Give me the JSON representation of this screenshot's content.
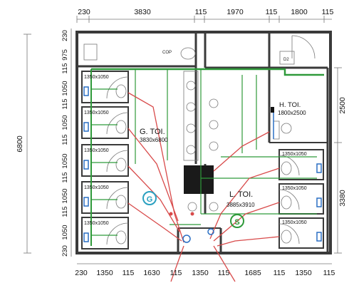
{
  "dimensions": {
    "top": [
      "230",
      "3830",
      "115",
      "1970",
      "115",
      "1800",
      "115"
    ],
    "bottom": [
      "230",
      "1350",
      "115",
      "1630",
      "115",
      "1350",
      "115",
      "1685",
      "115",
      "1350",
      "115"
    ],
    "left_outer": "6800",
    "left_inner": [
      "230",
      "975",
      "115",
      "1050",
      "115",
      "1050",
      "115",
      "1050",
      "115",
      "1050",
      "115",
      "1050",
      "230"
    ],
    "right": [
      "2500",
      "3380"
    ]
  },
  "rooms": {
    "gents": {
      "name": "G. TOI.",
      "size": "3830x6800"
    },
    "ladies": {
      "name": "L. TOI.",
      "size": "3885x3910"
    },
    "handicap": {
      "name": "H. TOI.",
      "size": "1800x2500"
    }
  },
  "stalls_left": [
    "1350x1050",
    "1350x1050",
    "1350x1050",
    "1350x1050",
    "1350x1050"
  ],
  "stalls_right": [
    "1350x1050",
    "1350x1050",
    "1350x1050"
  ],
  "markers": {
    "gents_symbol": "G",
    "ladies_symbol": "S",
    "door_tag": "D2",
    "cop_tag": "COP"
  },
  "colors": {
    "walls": "#3a3a3a",
    "water_supply": "#2f9a3a",
    "drainage": "#d84a4a",
    "fixtures": "#2a6fc4"
  }
}
